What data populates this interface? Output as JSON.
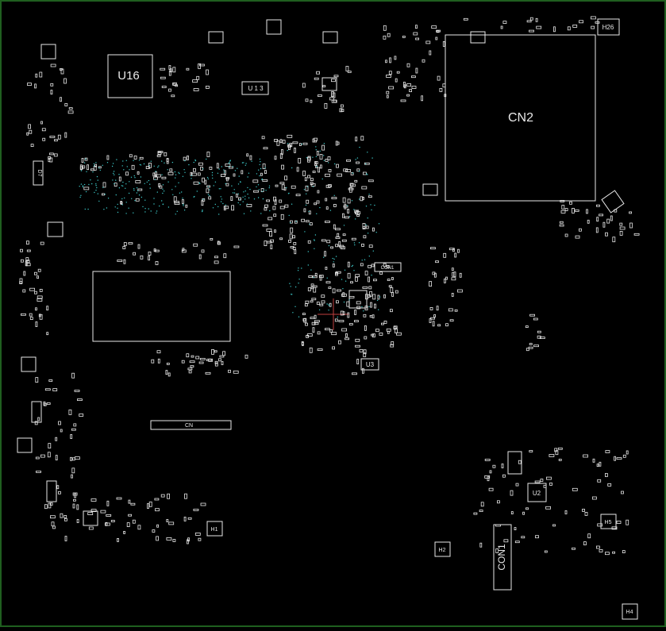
{
  "components": {
    "u16": "U16",
    "cn2": "CN2",
    "cn": "CN",
    "con1": "CON1",
    "u2": "U2",
    "u3": "U3",
    "u13": "U 1 3",
    "h26": "H26",
    "h1": "H1",
    "h2": "H2",
    "h5": "H5",
    "h4": "H4",
    "conn": "CON1",
    "d7": "D7"
  },
  "colors": {
    "background": "#000000",
    "border": "#1f5f1f",
    "silkscreen": "#e8e8e8",
    "crosshair": "#c04040",
    "via": "#3cc8c8"
  }
}
